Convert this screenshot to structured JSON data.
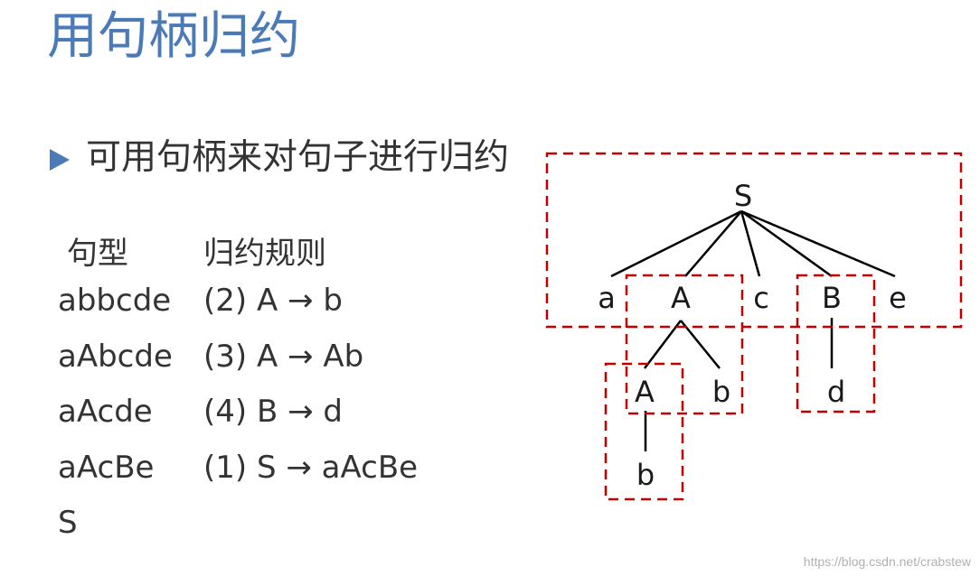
{
  "title": "用句柄归约",
  "bullet": "可用句柄来对句子进行归约",
  "table": {
    "header": {
      "sentential_form": "句型",
      "rule": "归约规则"
    },
    "rows": [
      {
        "form": "abbcde",
        "rule": "(2) A → b"
      },
      {
        "form": "aAbcde",
        "rule": "(3) A → Ab"
      },
      {
        "form": "aAcde",
        "rule": "(4) B → d"
      },
      {
        "form": "aAcBe",
        "rule": "(1) S → aAcBe"
      },
      {
        "form": "S",
        "rule": ""
      }
    ]
  },
  "tree": {
    "nodes": {
      "S": "S",
      "a": "a",
      "A1": "A",
      "c": "c",
      "B": "B",
      "e": "e",
      "A2": "A",
      "b1": "b",
      "d": "d",
      "b2": "b"
    },
    "edges": [
      [
        "S",
        "a"
      ],
      [
        "S",
        "A1"
      ],
      [
        "S",
        "c"
      ],
      [
        "S",
        "B"
      ],
      [
        "S",
        "e"
      ],
      [
        "A1",
        "A2"
      ],
      [
        "A1",
        "b1"
      ],
      [
        "B",
        "d"
      ],
      [
        "A2",
        "b2"
      ]
    ],
    "handle_box_color": "#c00000"
  },
  "watermark": "https://blog.csdn.net/crabstew"
}
